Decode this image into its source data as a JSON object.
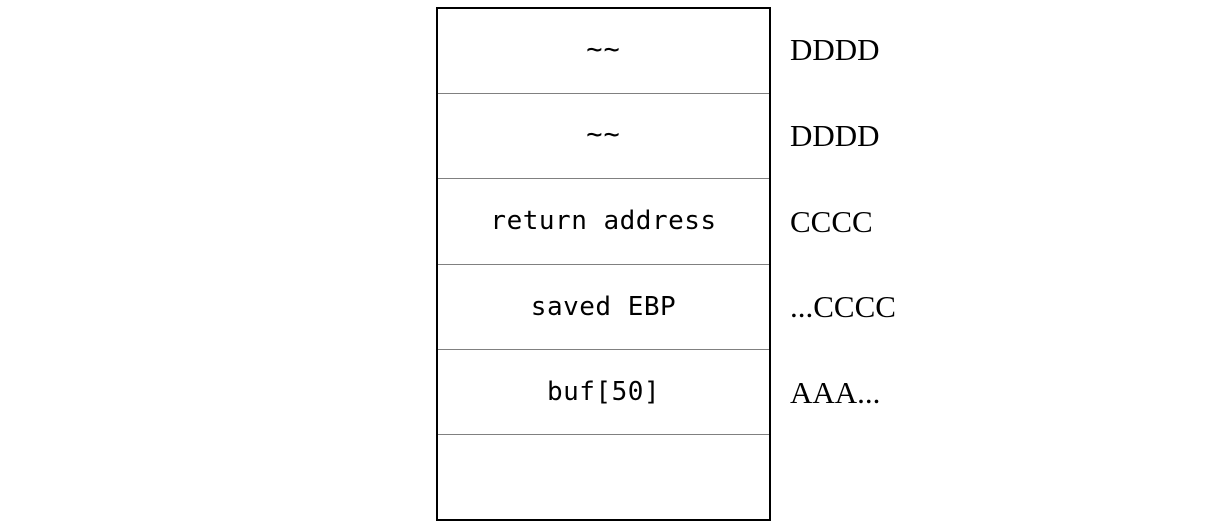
{
  "diagram": {
    "title": "stack frame memory layout with overflow payload",
    "colors": {
      "background": "#ffffff",
      "outer_border": "#000000",
      "row_divider": "#808080",
      "text": "#000000"
    },
    "stack_cells": [
      {
        "label": "~~"
      },
      {
        "label": "~~"
      },
      {
        "label": "return address"
      },
      {
        "label": "saved EBP"
      },
      {
        "label": "buf[50]"
      },
      {
        "label": ""
      }
    ],
    "annotations": [
      {
        "label": "DDDD"
      },
      {
        "label": "DDDD"
      },
      {
        "label": "CCCC"
      },
      {
        "label": "...CCCC"
      },
      {
        "label": "AAA..."
      },
      {
        "label": ""
      }
    ]
  }
}
